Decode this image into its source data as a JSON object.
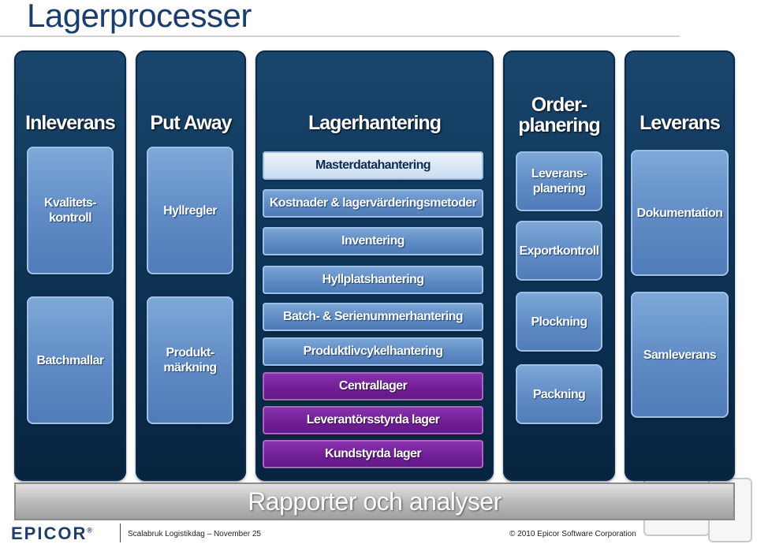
{
  "title": "Lagerprocesser",
  "columns": [
    {
      "heading": "Inleverans",
      "boxes": [
        "Kvalitets-\nkontroll",
        "Batchmallar"
      ]
    },
    {
      "heading": "Put Away",
      "boxes": [
        "Hyllregler",
        "Produkt-\nmärkning"
      ]
    },
    {
      "heading": "Lagerhantering",
      "bars": [
        "Masterdatahantering",
        "Kostnader & lagervärderingsmetoder",
        "Inventering",
        "Hyllplatshantering",
        "Batch- & Serienummerhantering",
        "Produktlivcykelhantering",
        "Centrallager",
        "Leverantörsstyrda lager",
        "Kundstyrda lager"
      ]
    },
    {
      "heading": "Order-\nplanering",
      "boxes": [
        "Leverans-\nplanering",
        "Exportkontroll",
        "Plockning",
        "Packning"
      ]
    },
    {
      "heading": "Leverans",
      "boxes": [
        "Dokumentation",
        "Samleverans"
      ]
    }
  ],
  "bottom_bar": "Rapporter och analyser",
  "footer": {
    "logo": "EPICOR",
    "logo_mark": "®",
    "left": "Scalabruk Logistikdag – November 25",
    "right": "© 2010 Epicor Software Corporation"
  },
  "colors": {
    "title": "#1a3d6e",
    "column_bg": "#0e3558",
    "box": "#5f8ac4",
    "highlight_bar": "#dce8f5",
    "purple_bar": "#6f1e95",
    "report_bar": "#b9b9b9"
  }
}
